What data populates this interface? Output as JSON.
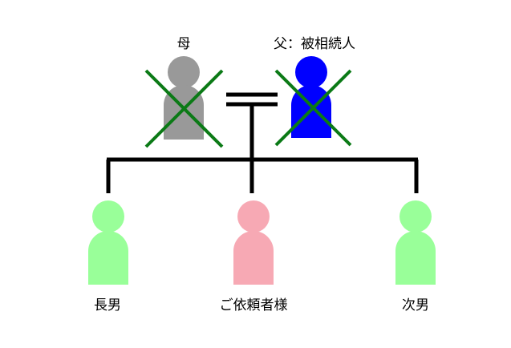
{
  "colors": {
    "mother": "#999999",
    "father": "#0000ff",
    "eldest_son": "#99ff99",
    "client": "#f7a9b4",
    "second_son": "#99ff99",
    "deceased_cross": "#0b7a16",
    "line": "#000000"
  },
  "people": {
    "mother": {
      "label": "母",
      "deceased": true
    },
    "father": {
      "label": "父：被相続人",
      "deceased": true
    },
    "eldest_son": {
      "label": "長男",
      "deceased": false
    },
    "client": {
      "label": "ご依頼者様",
      "deceased": false
    },
    "second_son": {
      "label": "次男",
      "deceased": false
    }
  },
  "icons": {
    "person": "person-silhouette-icon",
    "deceased": "cross-mark-icon"
  }
}
